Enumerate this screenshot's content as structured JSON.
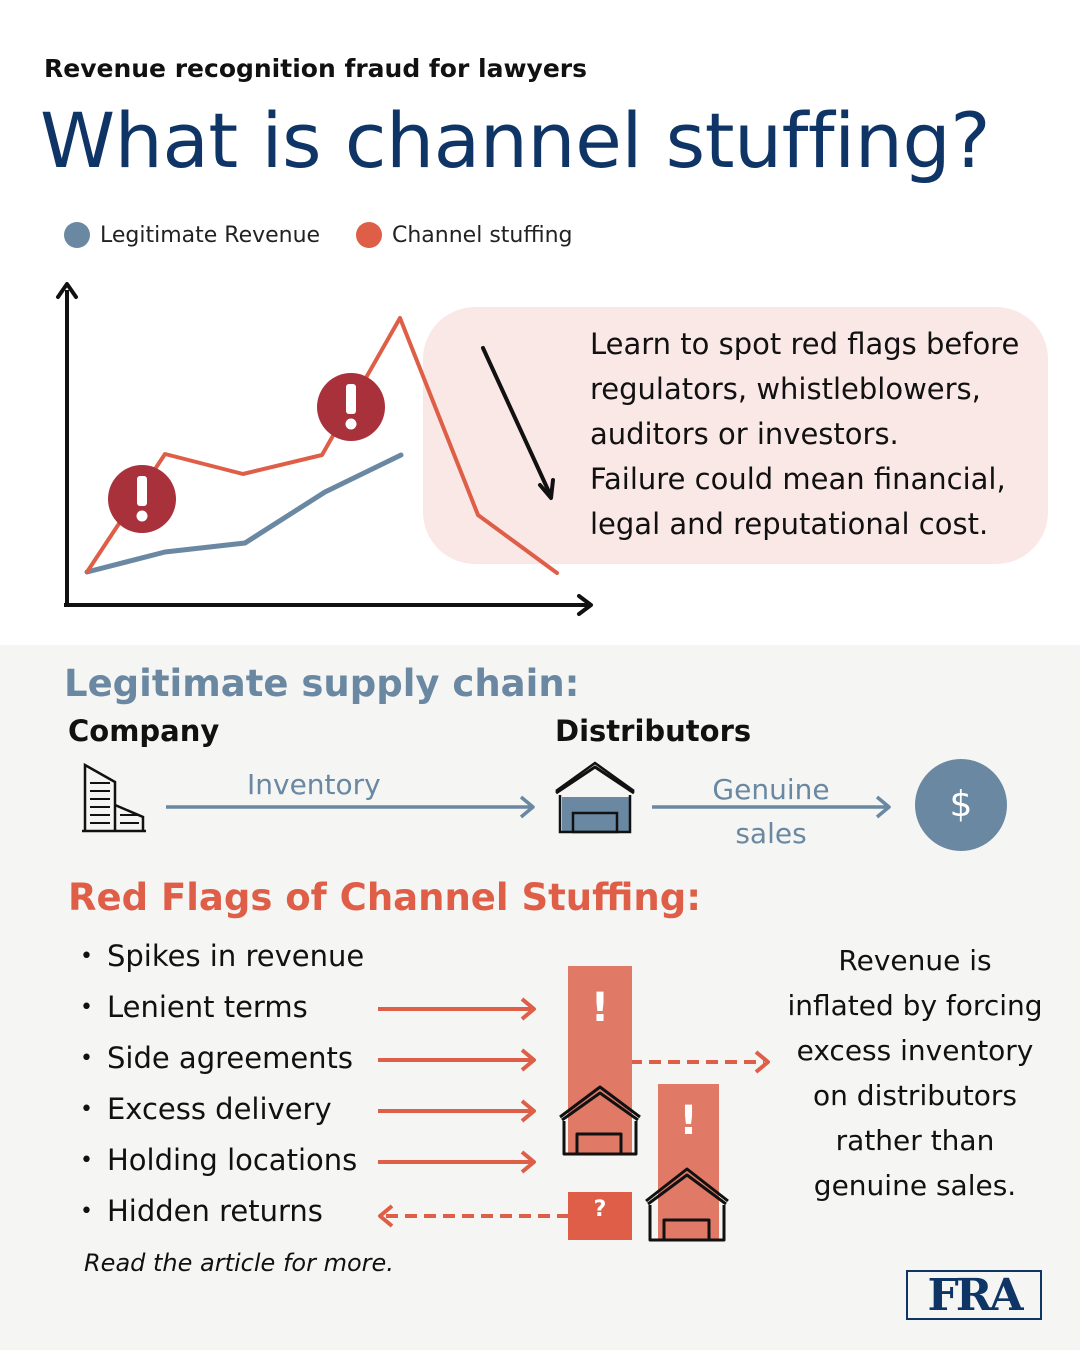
{
  "header": {
    "subtitle": "Revenue recognition fraud for lawyers",
    "title": "What is channel stuffing?"
  },
  "legend": {
    "items": [
      {
        "label": "Legitimate Revenue",
        "color": "#6a88a2"
      },
      {
        "label": "Channel stuffing",
        "color": "#de5e47"
      }
    ]
  },
  "callout": {
    "text": "Learn to spot red flags before\nregulators, whistleblowers,\nauditors or investors.\nFailure could mean financial,\nlegal and reputational cost."
  },
  "supply_chain": {
    "title": "Legitimate supply chain:",
    "company_label": "Company",
    "distributors_label": "Distributors",
    "inventory_label": "Inventory",
    "genuine_sales_label": "Genuine\nsales",
    "dollar_symbol": "$"
  },
  "red_flags": {
    "title": "Red Flags of Channel Stuffing:",
    "items": [
      "Spikes in revenue",
      "Lenient terms",
      "Side agreements",
      "Excess delivery",
      "Holding locations",
      "Hidden returns"
    ],
    "read_more": "Read the article for more.",
    "side_text": "Revenue is\ninflated by forcing\nexcess inventory\non distributors\nrather than\ngenuine sales.",
    "exclamation": "!",
    "question": "?"
  },
  "logo": {
    "text": "FRA"
  },
  "colors": {
    "navy": "#0f3566",
    "steel_blue": "#6a88a2",
    "coral": "#de5e47",
    "bar_coral": "#e07a66",
    "alert_red": "#a8313b",
    "callout_pink": "#f9e8e6",
    "panel_gray": "#f5f5f3"
  }
}
